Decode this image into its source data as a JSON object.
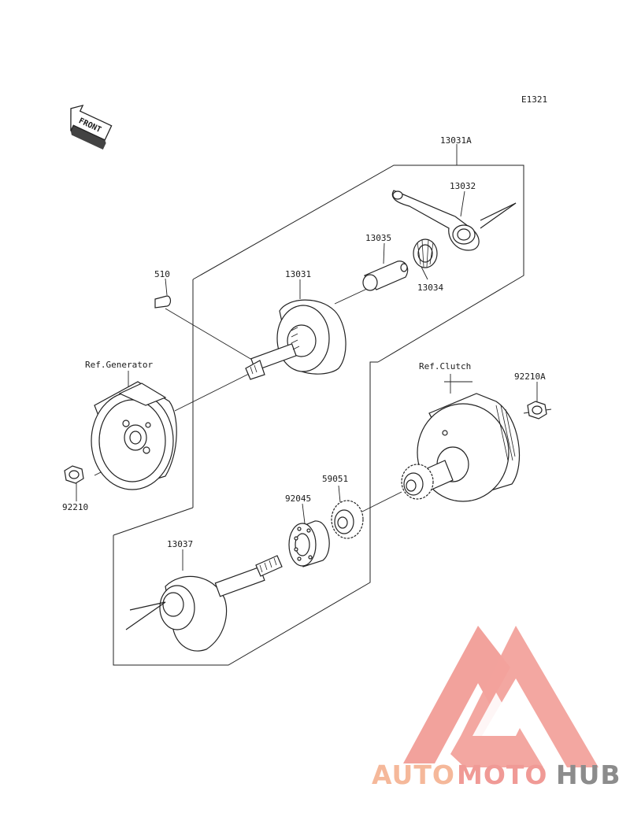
{
  "diagram": {
    "code": "E1321",
    "front_label": "FRONT",
    "parts": {
      "p13031A": "13031A",
      "p13032": "13032",
      "p13035": "13035",
      "p13034": "13034",
      "p13031": "13031",
      "p510": "510",
      "ref_generator": "Ref.Generator",
      "p92210": "92210",
      "ref_clutch": "Ref.Clutch",
      "p92210A": "92210A",
      "p59051": "59051",
      "p92045": "92045",
      "p13037": "13037"
    }
  },
  "watermark": {
    "part1": "AUTO",
    "part2": "MOTO",
    "part3": "HUB",
    "color_primary": "#f09a96",
    "color_secondary": "#f5b89a",
    "color_gray": "#8c8c8c"
  }
}
